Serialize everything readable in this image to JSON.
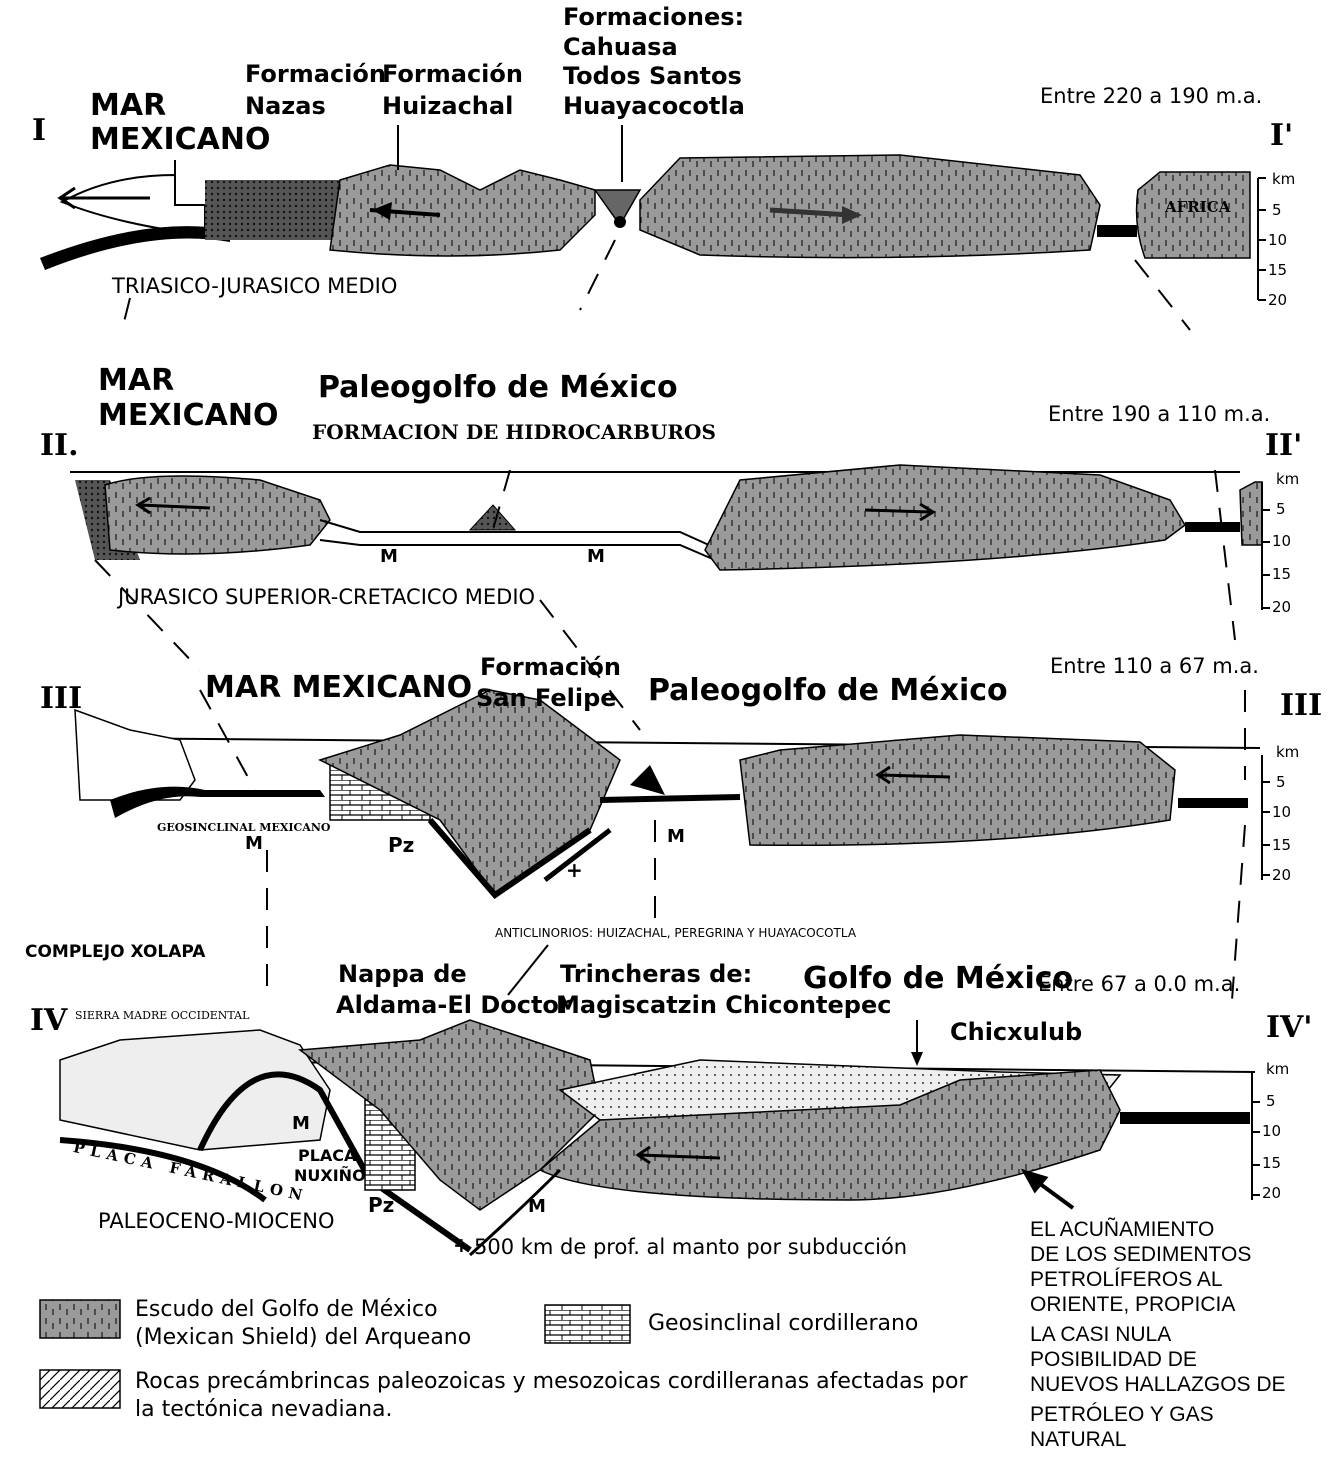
{
  "section1": {
    "left_label": "I",
    "right_label": "I'",
    "age": "Entre 220 a 190 m.a.",
    "sea_label_line1": "MAR",
    "sea_label_line2": "MEXICANO",
    "formacion_nazas_line1": "Formación",
    "formacion_nazas_line2": "Nazas",
    "formacion_huizachal_line1": "Formación",
    "formacion_huizachal_line2": "Huizachal",
    "formaciones_title": "Formaciones:",
    "formaciones_items": [
      "Cahuasa",
      "Todos Santos",
      "Huayacocotla"
    ],
    "africa": "AFRICA",
    "period": "TRIASICO-JURASICO MEDIO",
    "km": "km",
    "ticks": [
      "5",
      "10",
      "15",
      "20"
    ]
  },
  "section2": {
    "left_label": "II.",
    "right_label": "II'",
    "age": "Entre 190 a 110 m.a.",
    "sea_label_line1": "MAR",
    "sea_label_line2": "MEXICANO",
    "title": "Paleogolfo de México",
    "subtitle": "FORMACION DE HIDROCARBUROS",
    "m_left": "M",
    "m_right": "M",
    "period": "JURASICO SUPERIOR-CRETACICO MEDIO",
    "km": "km",
    "ticks": [
      "5",
      "10",
      "15",
      "20"
    ]
  },
  "section3": {
    "left_label": "III",
    "right_label": "III",
    "age": "Entre 110 a 67 m.a.",
    "sea_label": "MAR MEXICANO",
    "formacion_line1": "Formación",
    "formacion_line2": "San Felipe",
    "title": "Paleogolfo de México",
    "geosinclinal": "GEOSINCLINAL MEXICANO",
    "m1": "M",
    "m2": "M",
    "pz": "Pz",
    "plus": "+",
    "km": "km",
    "ticks": [
      "5",
      "10",
      "15",
      "20"
    ]
  },
  "section4": {
    "left_label": "IV",
    "right_label": "IV'",
    "age": "Entre 67 a 0.0 m.a.",
    "complejo": "COMPLEJO XOLAPA",
    "anticlinorios": "ANTICLINORIOS: HUIZACHAL, PEREGRINA Y HUAYACOCOTLA",
    "sierra": "SIERRA MADRE OCCIDENTAL",
    "nappa_line1": "Nappa de",
    "nappa_line2": "Aldama-El Doctor",
    "trincheras_line1": "Trincheras de:",
    "trincheras_line2": "Magiscatzin Chicontepec",
    "title": "Golfo de México",
    "chicxulub": "Chicxulub",
    "placa_farallon": "PLACA FARALLON",
    "placa_nuxino_line1": "PLACA",
    "placa_nuxino_line2": "NUXIÑO",
    "pz": "Pz",
    "m1": "M",
    "m2": "M",
    "plus": "+",
    "period": "PALEOCENO-MIOCENO",
    "subduction": "500 km de prof. al manto por subducción",
    "km": "km",
    "ticks": [
      "5",
      "10",
      "15",
      "20"
    ]
  },
  "legend": {
    "shield_line1": "Escudo del Golfo de México",
    "shield_line2": "(Mexican Shield) del Arqueano",
    "geosinclinal": "Geosinclinal cordillerano",
    "rocks_line1": "Rocas precámbrincas paleozoicas y mesozoicas cordilleranas afectadas por",
    "rocks_line2": "la tectónica nevadiana."
  },
  "note_lines": [
    "EL ACUÑAMIENTO",
    "DE LOS SEDIMENTOS",
    "PETROLÍFEROS AL",
    "ORIENTE, PROPICIA",
    "LA CASI NULA",
    "POSIBILIDAD DE",
    "NUEVOS  HALLAZGOS DE",
    "PETRÓLEO Y GAS",
    "NATURAL"
  ],
  "colors": {
    "shield_fill": "#9a9a9a",
    "line": "#000000",
    "background": "#ffffff"
  }
}
